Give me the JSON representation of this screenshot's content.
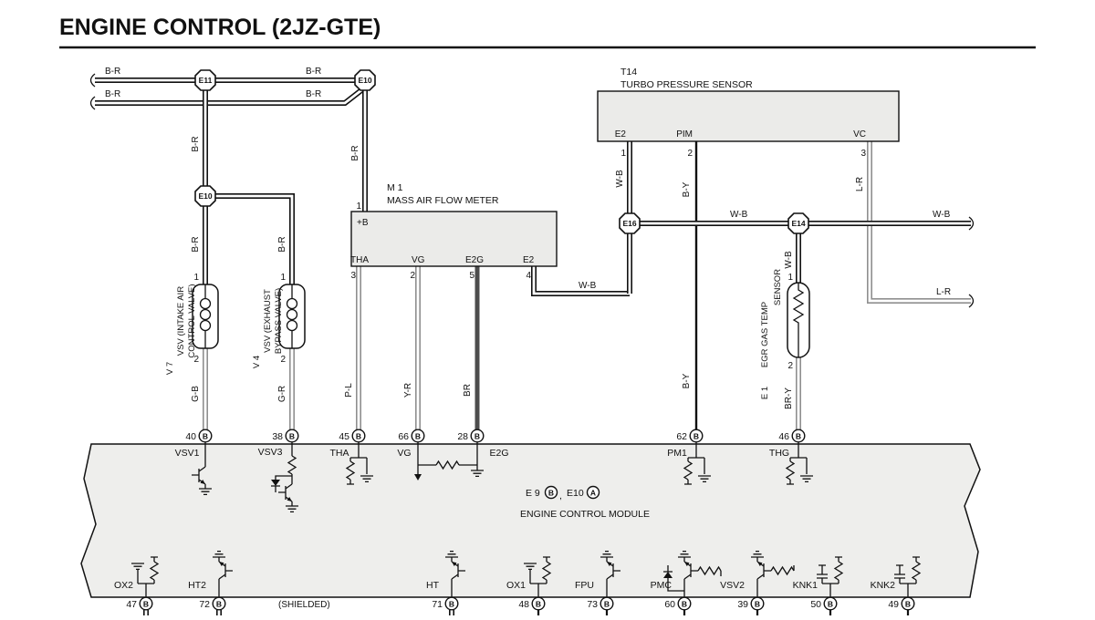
{
  "title": "ENGINE CONTROL (2JZ-GTE)",
  "wires": {
    "br": "B-R",
    "gb": "G-B",
    "gr": "G-R",
    "pl": "P-L",
    "yr": "Y-R",
    "brn": "BR",
    "wb": "W-B",
    "by": "B-Y",
    "lr": "L-R",
    "bry": "BR-Y"
  },
  "pins": {
    "p1": "1",
    "p2": "2",
    "p3": "3",
    "p4": "4",
    "p5": "5"
  },
  "connectors": {
    "e11": "E11",
    "e10": "E10",
    "e16": "E16",
    "e14": "E14"
  },
  "maf": {
    "id": "M 1",
    "name": "MASS AIR FLOW METER",
    "pin_b": "+B",
    "pin_tha": "THA",
    "pin_vg": "VG",
    "pin_e2g": "E2G",
    "pin_e2": "E2"
  },
  "turbo": {
    "id": "T14",
    "name": "TURBO PRESSURE SENSOR",
    "pin_e2": "E2",
    "pin_pim": "PIM",
    "pin_vc": "VC"
  },
  "v7": {
    "id": "V 7",
    "name1": "VSV (INTAKE AIR",
    "name2": "CONTROL VALVE)"
  },
  "v4": {
    "id": "V 4",
    "name1": "VSV (EXHAUST",
    "name2": "BYPASS VALVE)"
  },
  "egr": {
    "id": "E 1",
    "name1": "EGR GAS TEMP",
    "name2": "SENSOR"
  },
  "ecm": {
    "ref1": "E 9",
    "ref1_code": "B",
    "sep": ",",
    "ref2": "E10",
    "ref2_code": "A",
    "name": "ENGINE CONTROL MODULE",
    "shielded": "(SHIELDED)"
  },
  "terminals_top": [
    {
      "num": "40",
      "code": "B",
      "name": "VSV1"
    },
    {
      "num": "38",
      "code": "B",
      "name": "VSV3"
    },
    {
      "num": "45",
      "code": "B",
      "name": "THA"
    },
    {
      "num": "66",
      "code": "B",
      "name": "VG"
    },
    {
      "num": "28",
      "code": "B",
      "name": "E2G"
    },
    {
      "num": "62",
      "code": "B",
      "name": "PM1"
    },
    {
      "num": "46",
      "code": "B",
      "name": "THG"
    }
  ],
  "terminals_bottom": [
    {
      "name": "OX2",
      "num": "47",
      "code": "B"
    },
    {
      "name": "HT2",
      "num": "72",
      "code": "B"
    },
    {
      "name": "HT",
      "num": "71",
      "code": "B"
    },
    {
      "name": "OX1",
      "num": "48",
      "code": "B"
    },
    {
      "name": "FPU",
      "num": "73",
      "code": "B"
    },
    {
      "name": "PMC",
      "num": "60",
      "code": "B"
    },
    {
      "name": "VSV2",
      "num": "39",
      "code": "B"
    },
    {
      "name": "KNK1",
      "num": "50",
      "code": "B"
    },
    {
      "name": "KNK2",
      "num": "49",
      "code": "B"
    }
  ]
}
